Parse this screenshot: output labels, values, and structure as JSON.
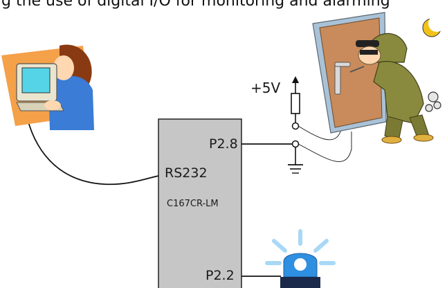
{
  "caption": "g the use of digital I/O for monitoring and alarming",
  "microcontroller": {
    "part_number": "C167CR-LM",
    "pins": {
      "serial": "RS232",
      "sensor_input": "P2.8",
      "alarm_output": "P2.2"
    }
  },
  "supply_label": "+5V",
  "icons": {
    "operator": "person-at-computer-icon",
    "intruder": "burglar-at-door-icon",
    "moon": "crescent-moon-icon",
    "alarm": "alarm-beacon-icon"
  },
  "colors": {
    "chip_fill": "#c6c6c6",
    "door": "#c98b5b",
    "door_frame": "#a9c2d8",
    "screen": "#55d4e8",
    "beacon": "#2f8fe0",
    "beacon_rays": "#a8d8f6",
    "burglar": "#8a8a3e",
    "wire": "#111111"
  }
}
